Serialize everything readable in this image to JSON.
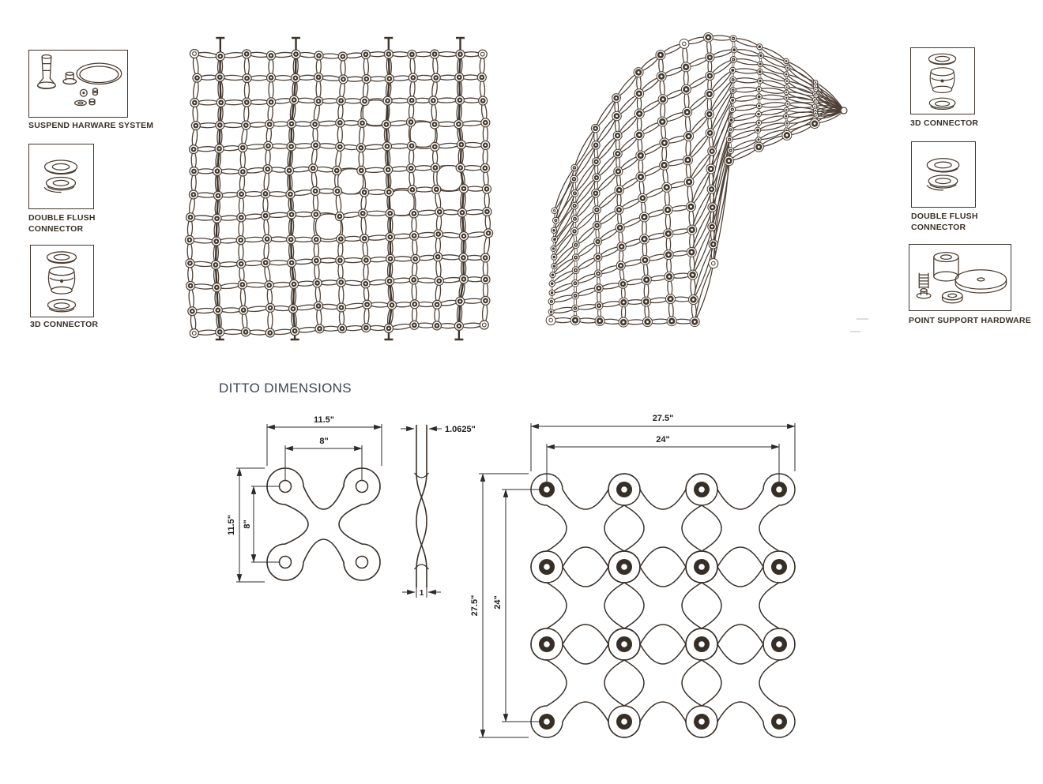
{
  "hardware_left": [
    {
      "label": "SUSPEND HARWARE SYSTEM"
    },
    {
      "label": "DOUBLE FLUSH\nCONNECTOR"
    },
    {
      "label": "3D CONNECTOR"
    }
  ],
  "hardware_right": [
    {
      "label": "3D CONNECTOR"
    },
    {
      "label": "DOUBLE FLUSH\nCONNECTOR"
    },
    {
      "label": "POINT SUPPORT HARDWARE"
    }
  ],
  "dimensions": {
    "section_title": "DITTO DIMENSIONS",
    "tile": {
      "overall_width": "11.5\"",
      "hole_spacing_width": "8\"",
      "overall_height": "11.5\"",
      "hole_spacing_height": "8\""
    },
    "profile": {
      "thickness": "1.0625\"",
      "base_width": "1"
    },
    "grid": {
      "overall_width": "27.5\"",
      "hole_spacing_width": "24\"",
      "overall_height": "27.5\"",
      "hole_spacing_height": "24\""
    }
  },
  "colors": {
    "line_art": "#4a3c31",
    "mesh": "#4e4036",
    "rod": "#3f342a",
    "node_fill": "#453a2e",
    "grommet": "#372f26",
    "outline": "#38302a",
    "dimension": "#2b2b2b",
    "title": "#3e4450",
    "label": "#3a3127",
    "background": "#ffffff"
  }
}
